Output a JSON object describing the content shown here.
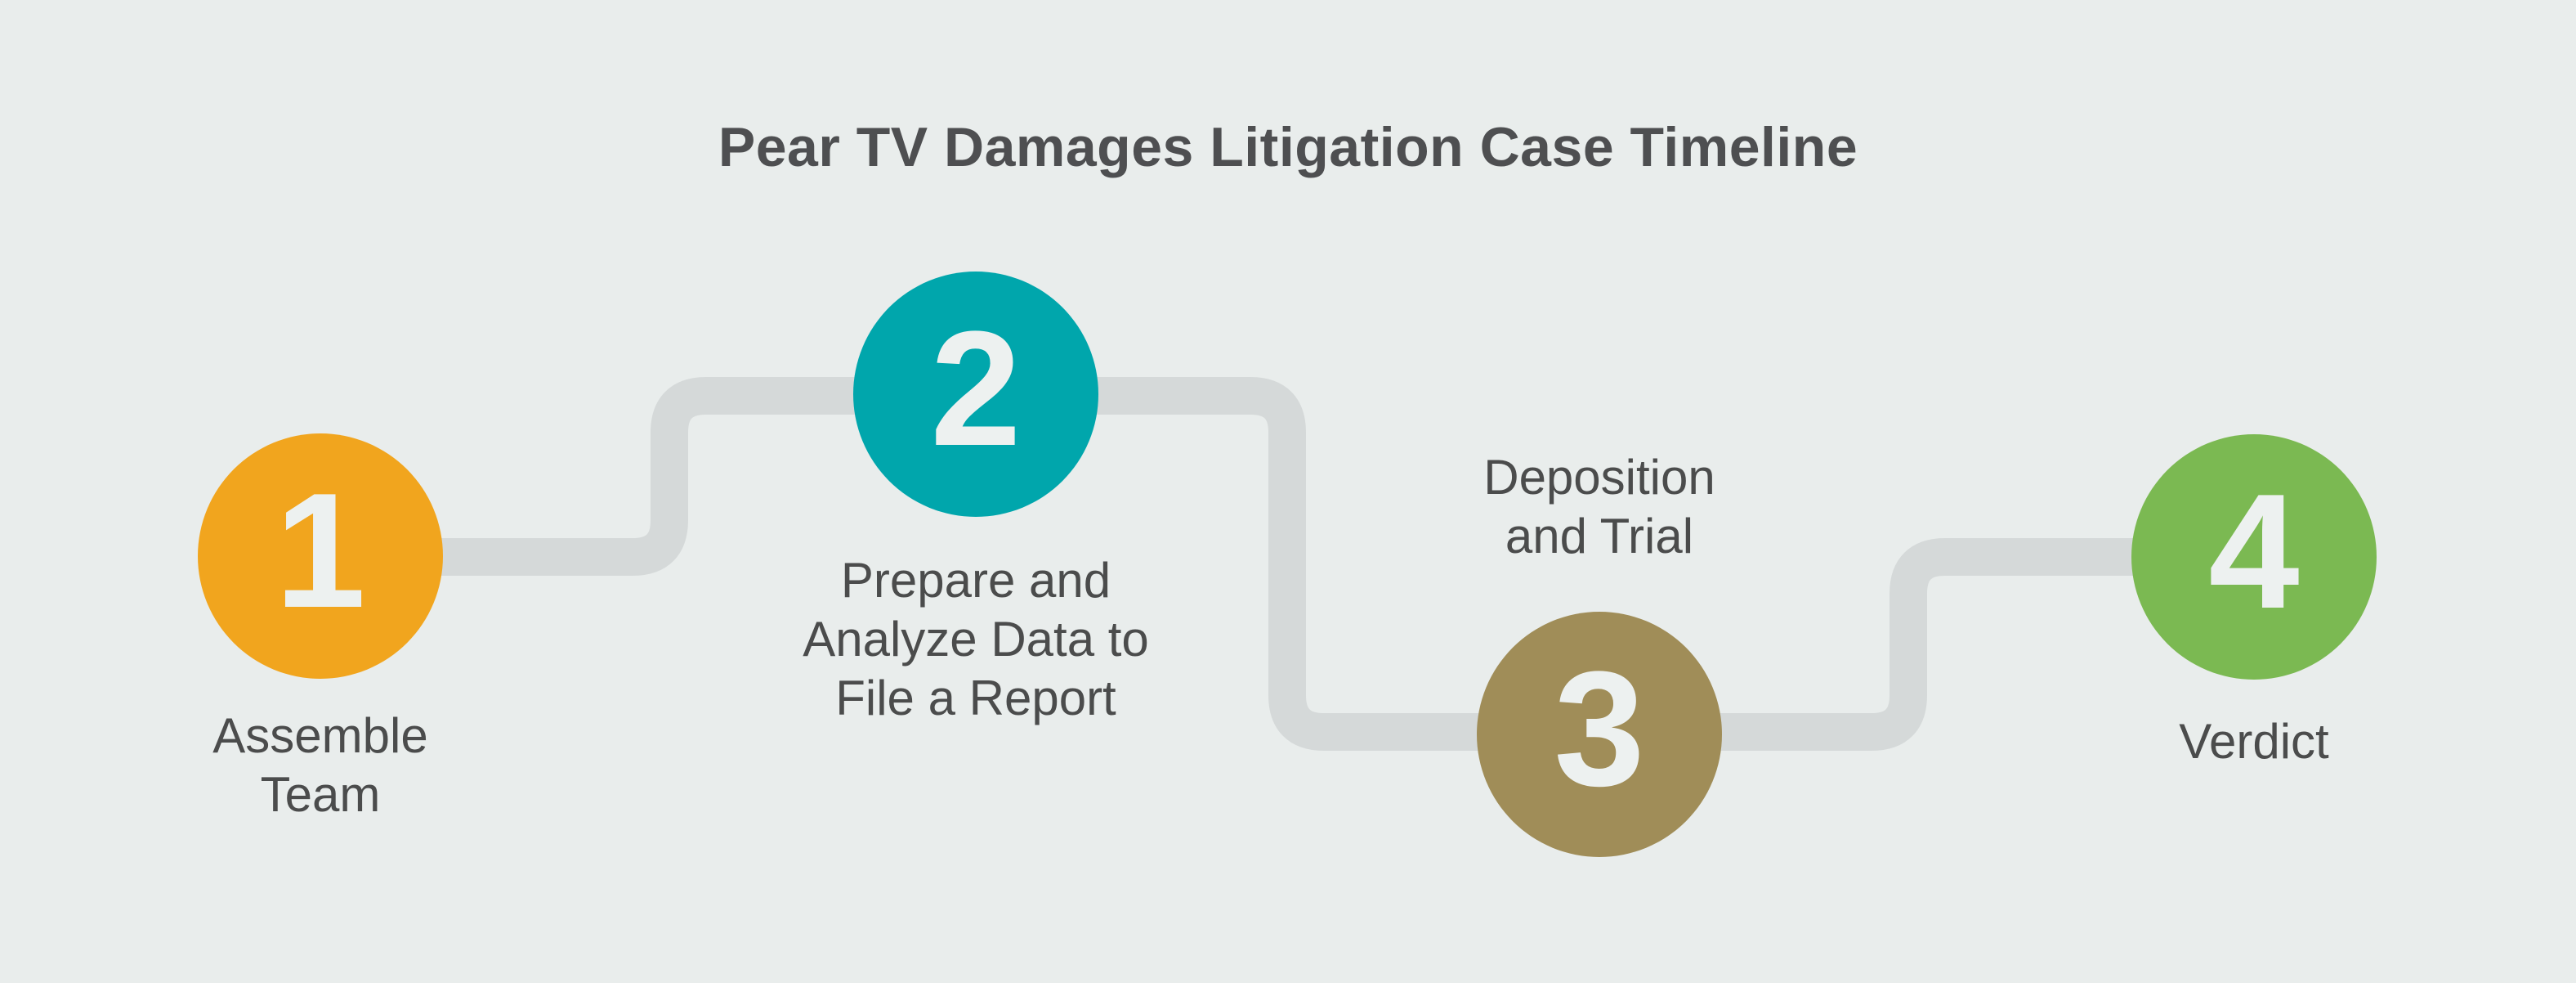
{
  "title": "Pear TV Damages Litigation Case Timeline",
  "colors": {
    "background": "#E9EDEC",
    "connector": "#D5D9D9",
    "title_text": "#4E4F51",
    "label_text": "#4B4C4C",
    "number_text": "#EDF1F0"
  },
  "steps": [
    {
      "number": "1",
      "label": "Assemble Team",
      "color": "#F1A51E",
      "label_position": "below"
    },
    {
      "number": "2",
      "label": "Prepare and Analyze Data to File a Report",
      "color": "#00A6AC",
      "label_position": "below"
    },
    {
      "number": "3",
      "label": "Deposition and Trial",
      "color": "#A08D58",
      "label_position": "above"
    },
    {
      "number": "4",
      "label": "Verdict",
      "color": "#7BB952",
      "label_position": "below"
    }
  ]
}
